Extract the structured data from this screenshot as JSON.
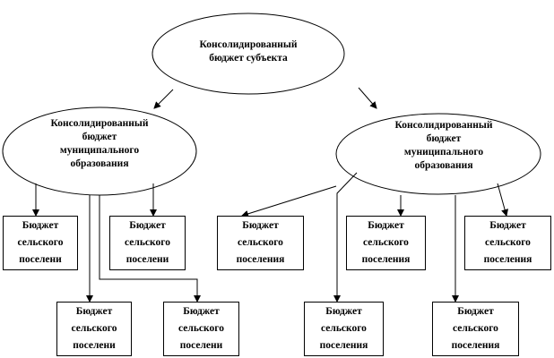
{
  "root": {
    "line1": "Консолидированный",
    "line2": "бюджет субъекта"
  },
  "municipal_left": {
    "lines": [
      "Консолидированный",
      "бюджет",
      "муниципального",
      "образования"
    ]
  },
  "municipal_right": {
    "lines": [
      "Консолидированный",
      "бюджет",
      "муниципального",
      "образования"
    ]
  },
  "settlements_left": [
    {
      "lines": [
        "Бюджет",
        "сельского",
        "поселени"
      ]
    },
    {
      "lines": [
        "Бюджет",
        "сельского",
        "поселени"
      ]
    },
    {
      "lines": [
        "Бюджет",
        "сельского",
        "поселени"
      ]
    },
    {
      "lines": [
        "Бюджет",
        "сельского",
        "поселени"
      ]
    }
  ],
  "settlements_right": [
    {
      "lines": [
        "Бюджет",
        "сельского",
        "поселения"
      ]
    },
    {
      "lines": [
        "Бюджет",
        "сельского",
        "поселения"
      ]
    },
    {
      "lines": [
        "Бюджет",
        "сельского",
        "поселения"
      ]
    },
    {
      "lines": [
        "Бюджет",
        "сельского",
        "поселения"
      ]
    },
    {
      "lines": [
        "Бюджет",
        "сельского",
        "поселения"
      ]
    }
  ]
}
